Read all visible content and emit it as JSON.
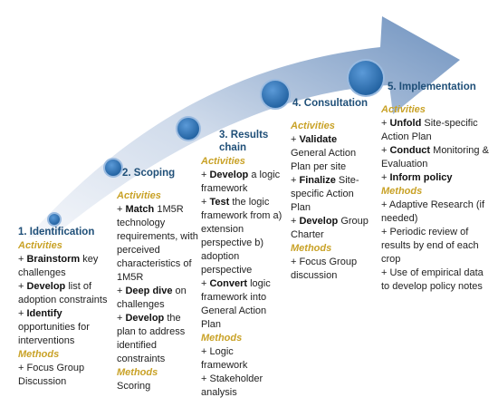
{
  "stages": [
    {
      "title": "1. Identification",
      "activities_heading": "Activities",
      "activities": [
        {
          "bold": "Brainstorm",
          "rest": " key challenges"
        },
        {
          "bold": "",
          "rest": ""
        },
        {
          "bold": "Develop",
          "rest": " list of adoption constraints"
        },
        {
          "bold": "Identify",
          "rest": " opportunities for interventions"
        }
      ],
      "methods_heading": "Methods",
      "methods": [
        "+ Focus Group Discussion"
      ]
    },
    {
      "title": "2. Scoping",
      "activities_heading": "Activities",
      "activities": [
        {
          "bold": "Match",
          "rest": " 1M5R technology requirements, with perceived characteristics of 1M5R"
        },
        {
          "bold": "Deep dive",
          "rest": " on challenges"
        },
        {
          "bold": "Develop",
          "rest": " the plan to address identified constraints"
        }
      ],
      "methods_heading": "Methods",
      "methods": [
        "Scoring"
      ]
    },
    {
      "title": "3. Results chain",
      "activities_heading": "Activities",
      "activities": [
        {
          "bold": "Develop",
          "rest": " a logic framework"
        },
        {
          "bold": "Test",
          "rest": " the logic framework from a) extension perspective b) adoption perspective"
        },
        {
          "bold": "Convert",
          "rest": " logic framework into General Action Plan"
        }
      ],
      "methods_heading": "Methods",
      "methods": [
        "+ Logic framework",
        "+ Stakeholder analysis"
      ]
    },
    {
      "title": "4. Consultation",
      "activities_heading": "Activities",
      "activities": [
        {
          "bold": "Validate",
          "rest": " General Action Plan per site"
        },
        {
          "bold": "Finalize",
          "rest": " Site-specific Action Plan"
        },
        {
          "bold": "Develop",
          "rest": " Group Charter"
        }
      ],
      "methods_heading": "Methods",
      "methods": [
        "+ Focus Group discussion"
      ]
    },
    {
      "title": "5. Implementation",
      "activities_heading": "Activities",
      "activities": [
        {
          "bold": "Unfold",
          "rest": " Site-specific Action Plan"
        },
        {
          "bold": "Conduct",
          "rest": " Monitoring & Evaluation"
        },
        {
          "bold": "Inform policy",
          "rest": ""
        }
      ],
      "methods_heading": "Methods",
      "methods": [
        "+ Adaptive Research (if needed)",
        "+ Periodic review of results by end of each crop",
        "+ Use of empirical data to develop policy notes"
      ]
    }
  ],
  "colors": {
    "arrow_light": "#e8edf5",
    "arrow_dark": "#5f86b8",
    "circle_outer": "#9bbbe0",
    "circle_inner": "#2e74b5",
    "title": "#1f4f78",
    "heading": "#c9a227"
  }
}
